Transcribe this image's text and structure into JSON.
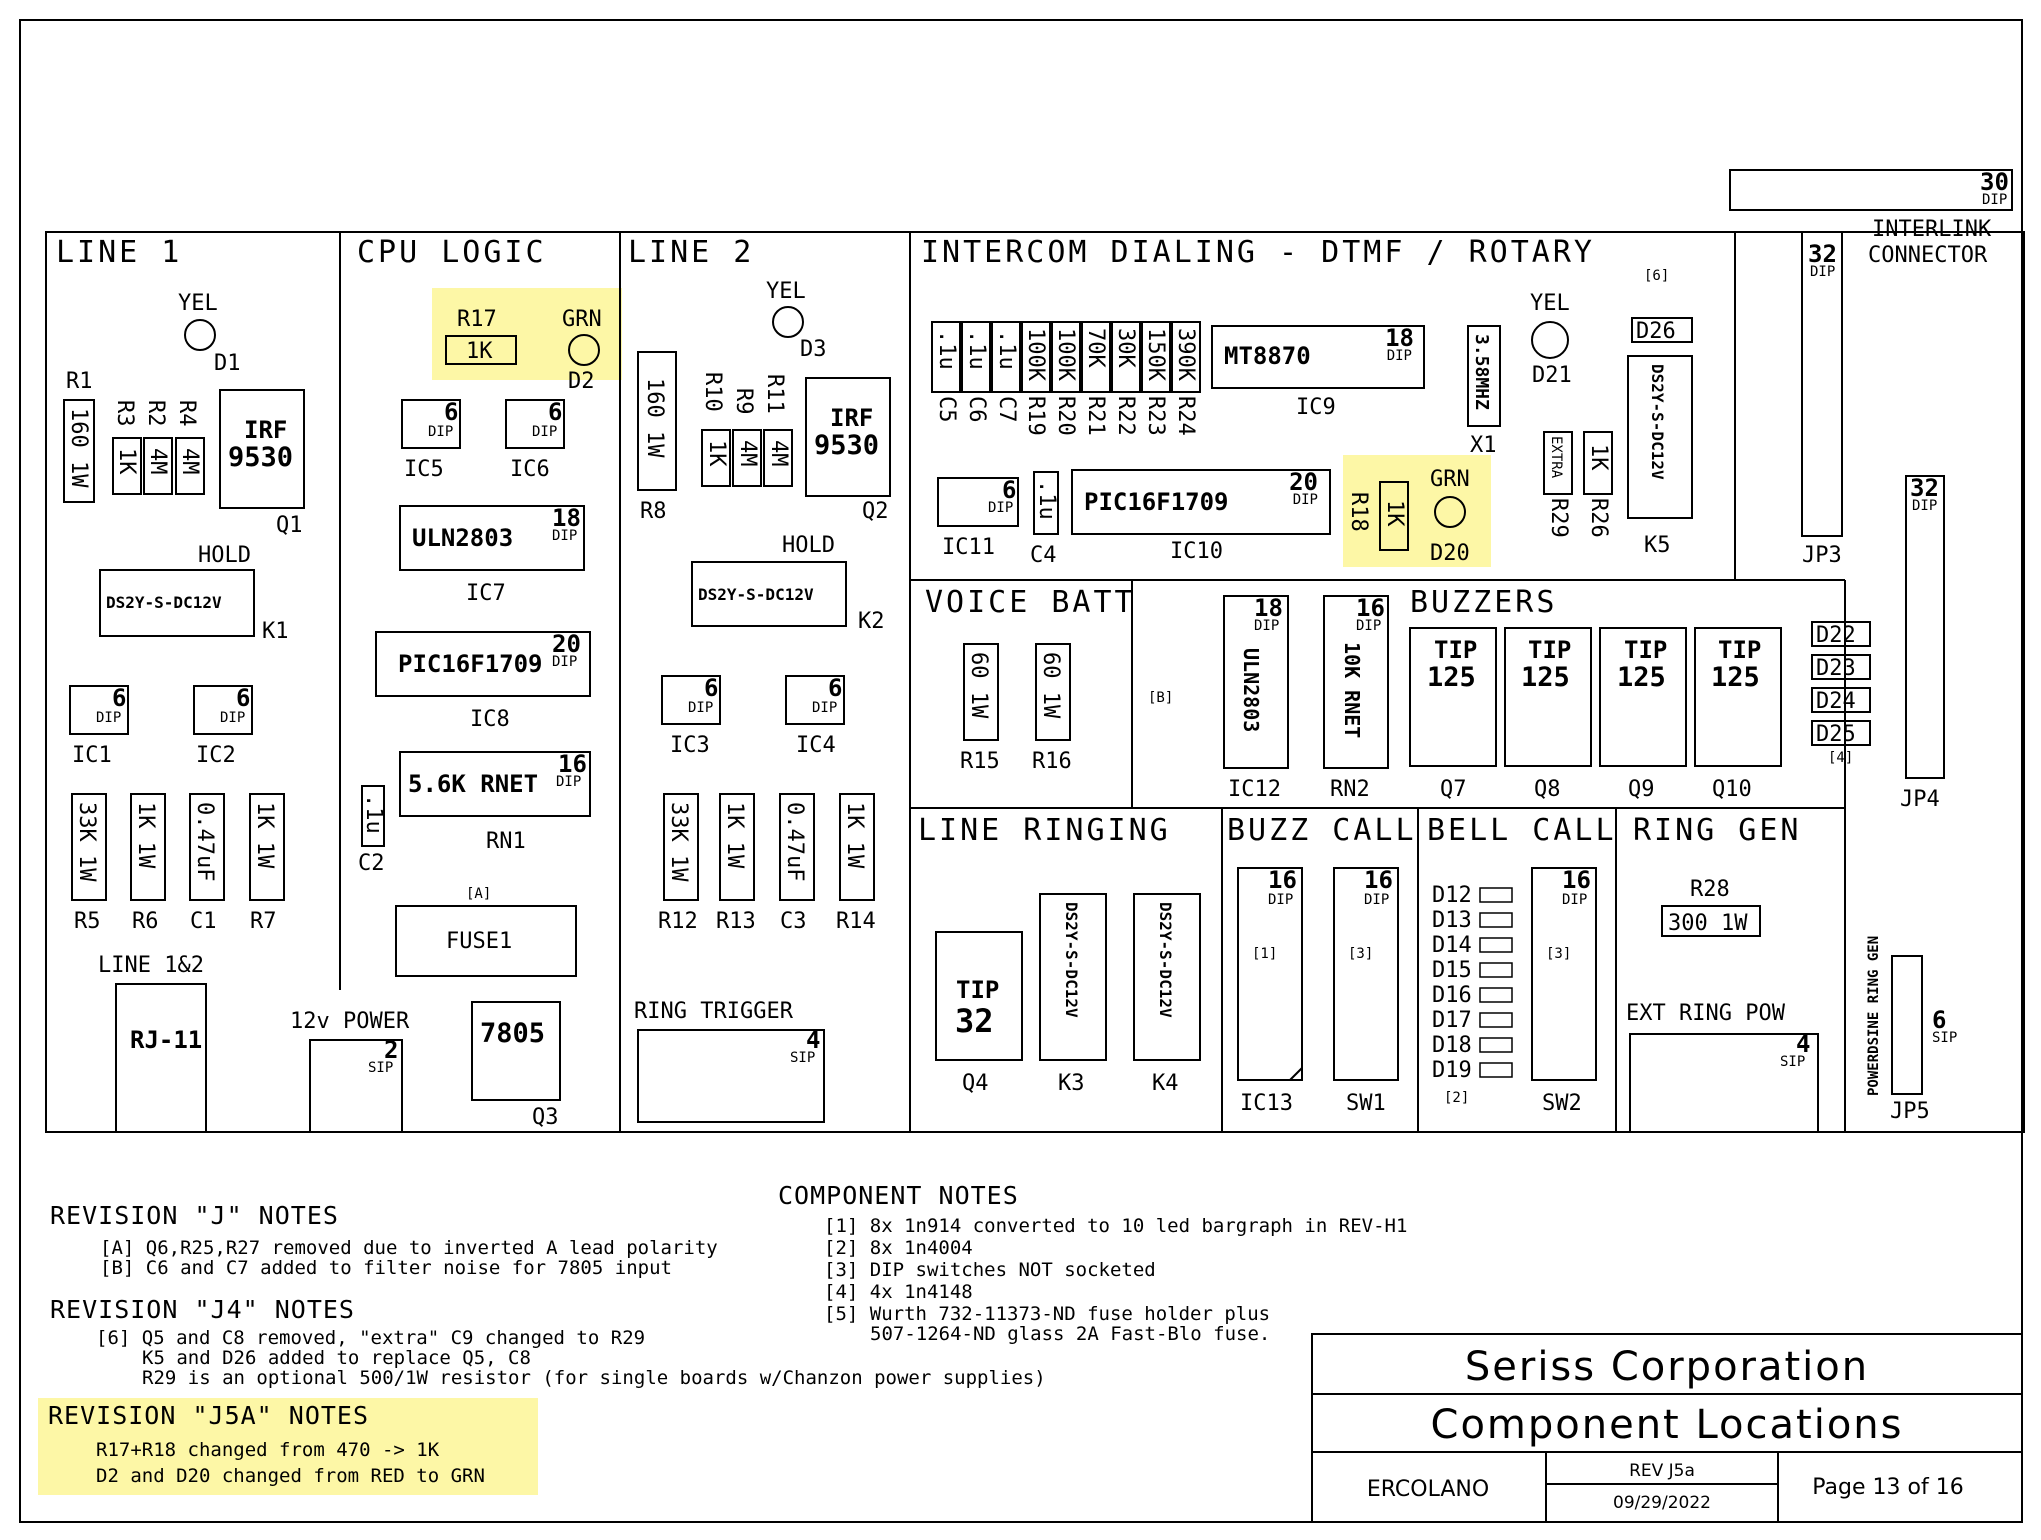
{
  "sections": {
    "line1": "LINE 1",
    "cpu": "CPU LOGIC",
    "line2": "LINE 2",
    "intercom": "INTERCOM DIALING - DTMF / ROTARY",
    "voice": "VOICE BATT",
    "buzzers": "BUZZERS",
    "ringing": "LINE RINGING",
    "buzz": "BUZZ CALL",
    "bell": "BELL CALL",
    "ringgen": "RING GEN"
  },
  "labels": {
    "yel": "YEL",
    "grn": "GRN",
    "irf": "IRF",
    "irf_num": "9530",
    "hold": "HOLD",
    "relay": "DS2Y-S-DC12V",
    "dip": "DIP",
    "sip": "SIP",
    "d1": "D1",
    "d2": "D2",
    "d3": "D3",
    "d20": "D20",
    "d21": "D21",
    "d26": "D26",
    "q1": "Q1",
    "q2": "Q2",
    "q3": "Q3",
    "q4": "Q4",
    "q7": "Q7",
    "q8": "Q8",
    "q9": "Q9",
    "q10": "Q10",
    "k1": "K1",
    "k2": "K2",
    "k3": "K3",
    "k4": "K4",
    "k5": "K5",
    "r1": "R1",
    "r2": "R2",
    "r3": "R3",
    "r4": "R4",
    "r5": "R5",
    "r6": "R6",
    "r7": "R7",
    "r8": "R8",
    "r9": "R9",
    "r10": "R10",
    "r11": "R11",
    "r12": "R12",
    "r13": "R13",
    "r14": "R14",
    "r15": "R15",
    "r16": "R16",
    "r17": "R17",
    "r18": "R18",
    "r19": "R19",
    "r20": "R20",
    "r21": "R21",
    "r22": "R22",
    "r23": "R23",
    "r24": "R24",
    "r26": "R26",
    "r28": "R28",
    "r29": "R29",
    "c1": "C1",
    "c2": "C2",
    "c3": "C3",
    "c4": "C4",
    "c5": "C5",
    "c6": "C6",
    "c7": "C7",
    "ic1": "IC1",
    "ic2": "IC2",
    "ic3": "IC3",
    "ic4": "IC4",
    "ic5": "IC5",
    "ic6": "IC6",
    "ic7": "IC7",
    "ic8": "IC8",
    "ic9": "IC9",
    "ic10": "IC10",
    "ic11": "IC11",
    "ic12": "IC12",
    "ic13": "IC13",
    "rn1": "RN1",
    "rn2": "RN2",
    "sw1": "SW1",
    "sw2": "SW2",
    "x1": "X1",
    "jp3": "JP3",
    "jp4": "JP4",
    "jp5": "JP5",
    "v160": "160 1W",
    "v1k": "1K",
    "v4m": "4M",
    "v33k": "33K 1W",
    "v1k1w": "1K 1W",
    "v047": "0.47uF",
    "v60": "60 1W",
    "v1u": ".1u",
    "v100k": "100K",
    "v70k": "70K",
    "v30k": "30K",
    "v150k": "150K",
    "v390k": "390K",
    "extra": "EXTRA",
    "v300": "300 1W",
    "uln": "ULN2803",
    "pic": "PIC16F1709",
    "rnet56": "5.6K RNET",
    "rnet10": "10K RNET",
    "mt": "MT8870",
    "xtal": "3.58MHZ",
    "fuse": "FUSE1",
    "rj11": "RJ-11",
    "v7805": "7805",
    "tip": "TIP",
    "v125": "125",
    "v32": "32",
    "n6": "6",
    "n16": "16",
    "n18": "18",
    "n20": "20",
    "n2": "2",
    "n4": "4",
    "n30": "30",
    "line12": "LINE 1&2",
    "power12": "12v POWER",
    "ringtrig": "RING TRIGGER",
    "extring": "EXT RING POW",
    "interlink1": "INTERLINK",
    "interlink2": "CONNECTOR",
    "powerdsine": "POWERDSINE RING GEN",
    "ta": "[A]",
    "tb": "[B]",
    "t1": "[1]",
    "t2": "[2]",
    "t3": "[3]",
    "t4": "[4]",
    "t6": "[6]",
    "d12": "D12",
    "d13": "D13",
    "d14": "D14",
    "d15": "D15",
    "d16": "D16",
    "d17": "D17",
    "d18": "D18",
    "d19": "D19",
    "d22": "D22",
    "d23": "D23",
    "d24": "D24",
    "d25": "D25"
  },
  "notes": {
    "revj_title": "REVISION \"J\" NOTES",
    "revj": [
      "[A] Q6,R25,R27 removed due to inverted A lead polarity",
      "[B] C6 and C7 added to filter noise for 7805 input"
    ],
    "revj4_title": "REVISION \"J4\" NOTES",
    "revj4": [
      "[6] Q5 and C8 removed, \"extra\" C9 changed to R29",
      "K5 and D26 added to replace Q5, C8",
      "R29 is an optional 500/1W resistor (for single boards w/Chanzon power supplies)"
    ],
    "revj5a_title": "REVISION \"J5A\" NOTES",
    "revj5a": [
      "R17+R18 changed from 470 -> 1K",
      "D2 and D20 changed from RED to GRN"
    ],
    "comp_title": "COMPONENT NOTES",
    "comp": [
      "[1] 8x 1n914 converted to 10 led bargraph in REV-H1",
      "[2] 8x 1n4004",
      "[3] DIP switches NOT socketed",
      "[4] 4x 1n4148",
      "[5] Wurth 732-11373-ND fuse holder plus",
      "507-1264-ND glass 2A Fast-Blo fuse."
    ]
  },
  "titleblock": {
    "company": "Seriss Corporation",
    "title": "Component Locations",
    "project": "ERCOLANO",
    "rev": "REV J5a",
    "date": "09/29/2022",
    "page": "Page 13 of 16"
  },
  "colors": {
    "highlight": "#fdf7a6",
    "line": "#000000"
  }
}
